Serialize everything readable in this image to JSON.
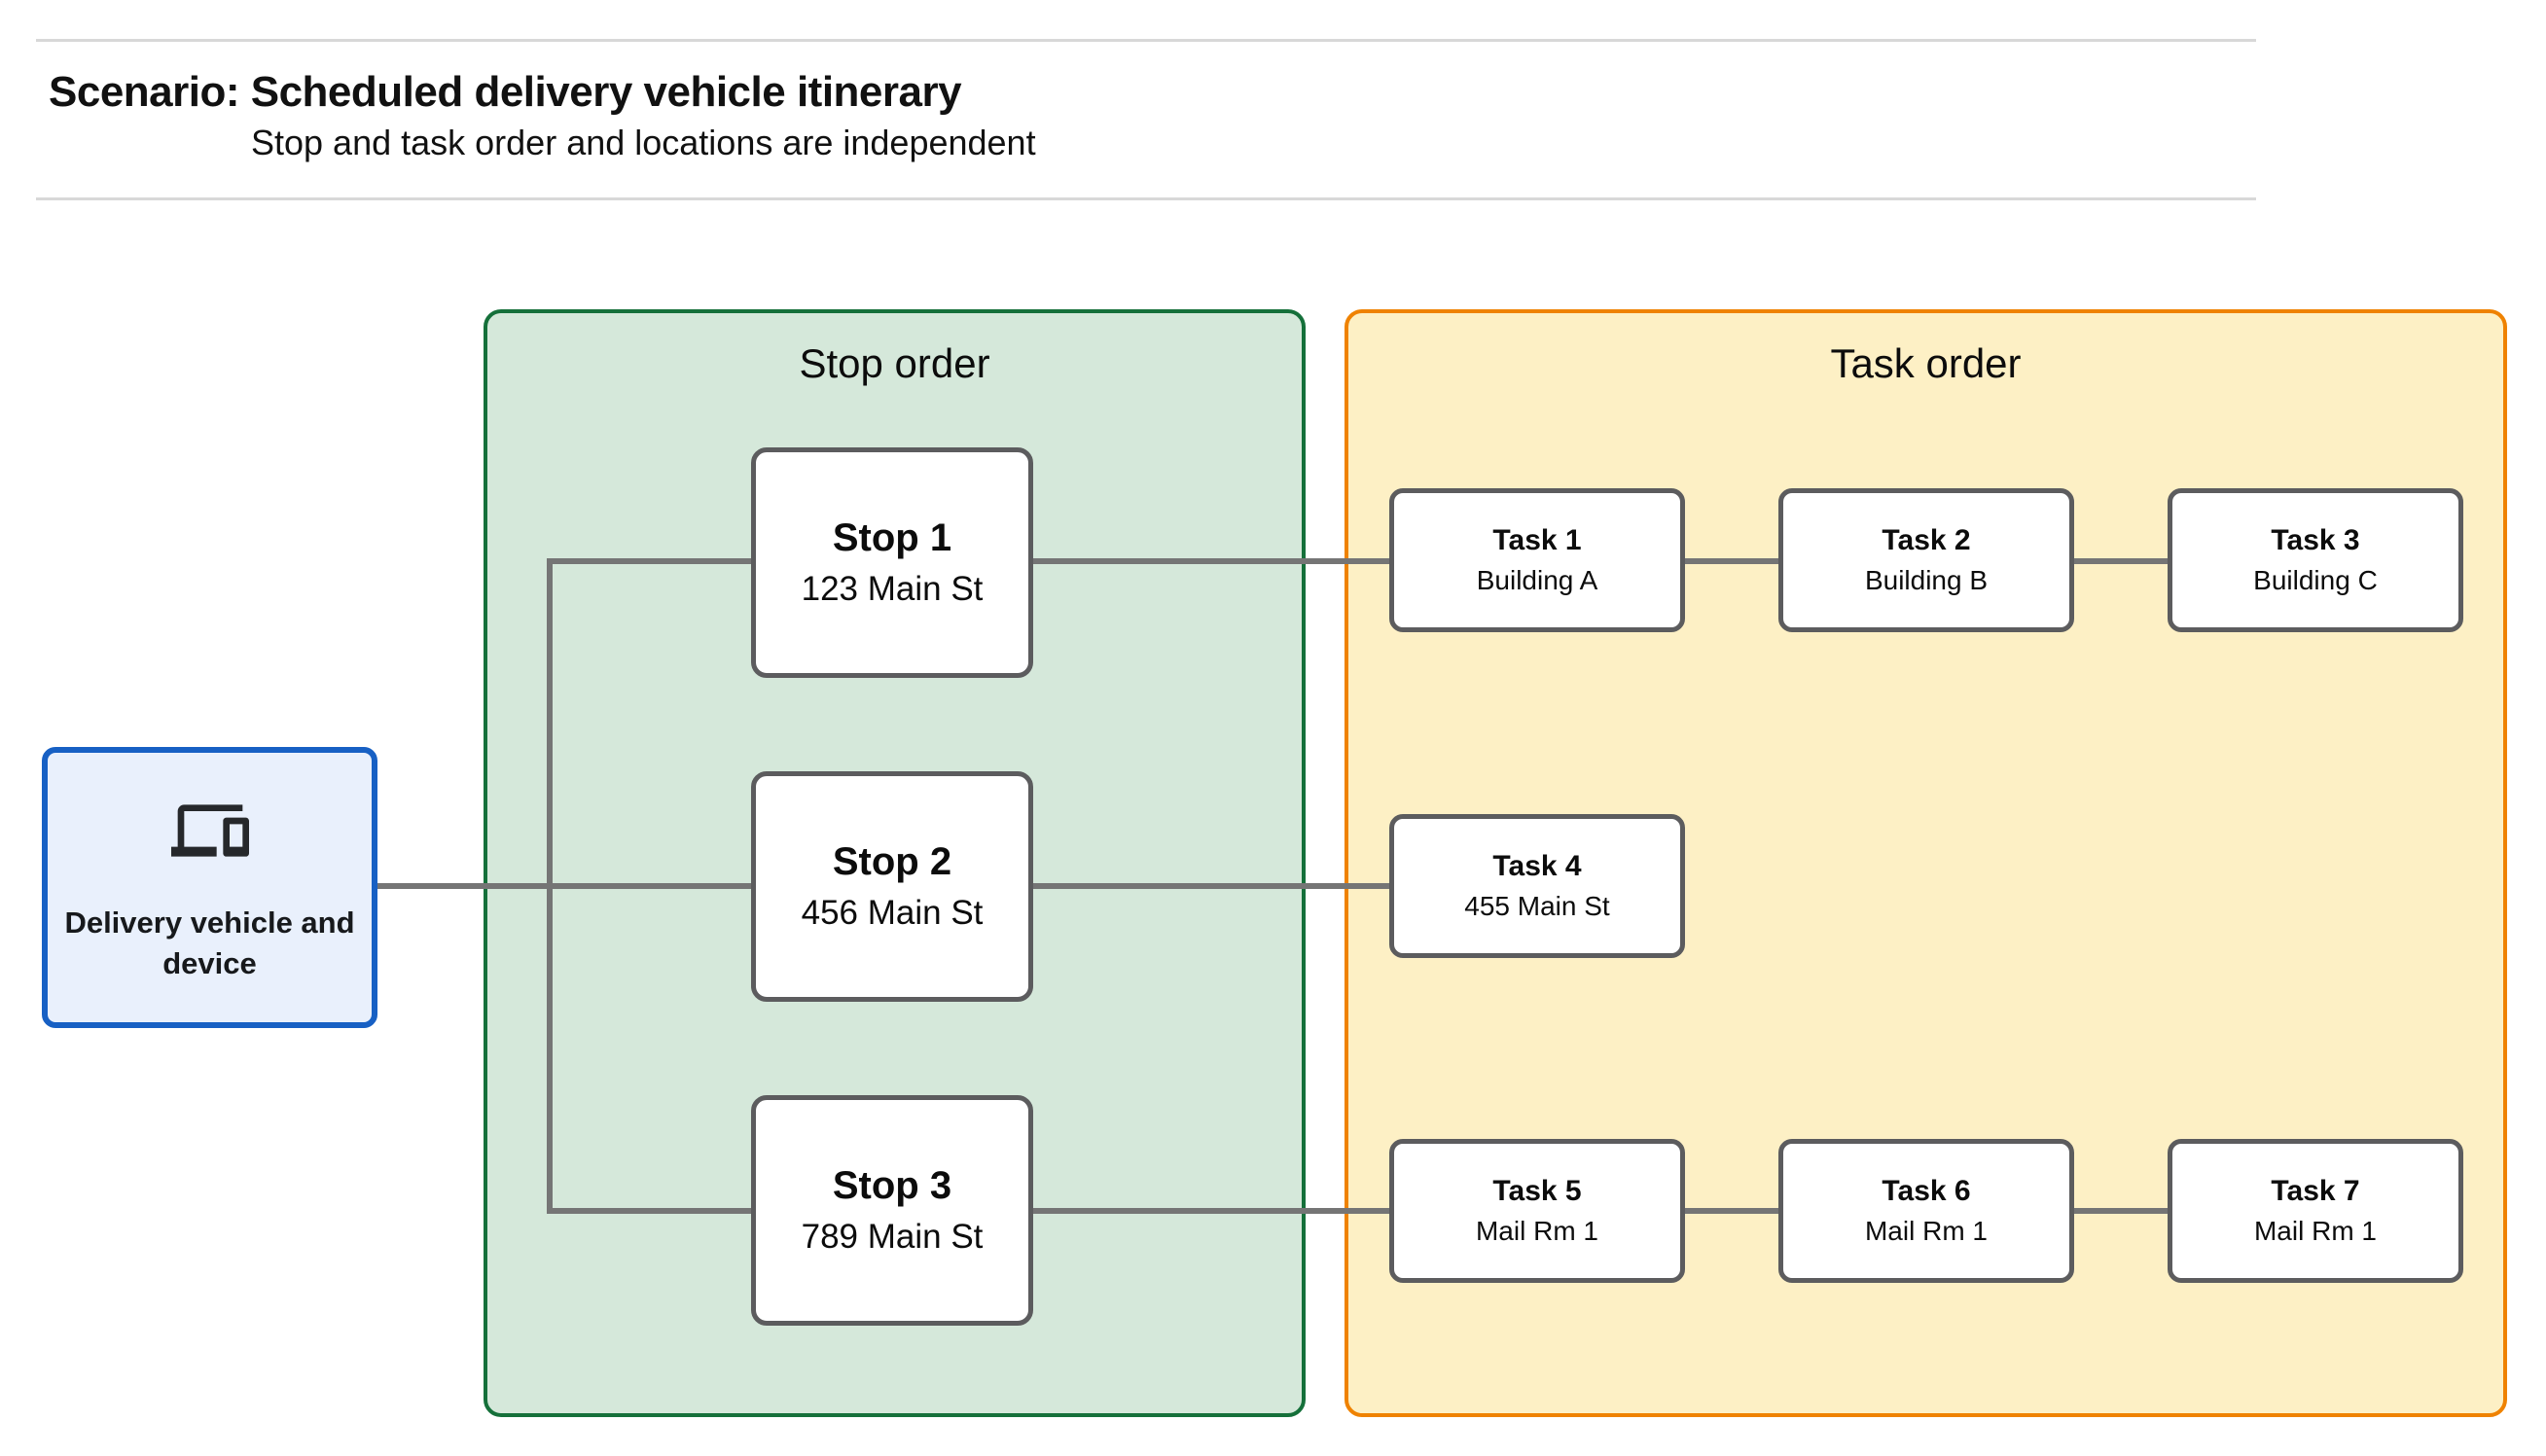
{
  "header": {
    "title": "Scenario: Scheduled delivery vehicle itinerary",
    "subtitle": "Stop and task order and locations are independent"
  },
  "vehicle": {
    "label": "Delivery vehicle and device",
    "icon": "devices-icon",
    "fill_color": "#E9F0FC",
    "border_color": "#1760C4"
  },
  "stop_panel": {
    "title": "Stop order",
    "fill_color": "#D5E8DA",
    "border_color": "#15703A",
    "stops": [
      {
        "title": "Stop 1",
        "subtitle": "123 Main St"
      },
      {
        "title": "Stop 2",
        "subtitle": "456 Main St"
      },
      {
        "title": "Stop 3",
        "subtitle": "789 Main St"
      }
    ]
  },
  "task_panel": {
    "title": "Task order",
    "fill_color": "#FDF0C5",
    "border_color": "#EF8200",
    "tasks": [
      {
        "title": "Task 1",
        "subtitle": "Building A"
      },
      {
        "title": "Task 2",
        "subtitle": "Building B"
      },
      {
        "title": "Task 3",
        "subtitle": "Building C"
      },
      {
        "title": "Task 4",
        "subtitle": "455 Main St"
      },
      {
        "title": "Task 5",
        "subtitle": "Mail Rm 1"
      },
      {
        "title": "Task 6",
        "subtitle": "Mail Rm 1"
      },
      {
        "title": "Task 7",
        "subtitle": "Mail Rm 1"
      }
    ]
  },
  "connector_color": "#757575",
  "node_border_color": "#5C5C5E"
}
